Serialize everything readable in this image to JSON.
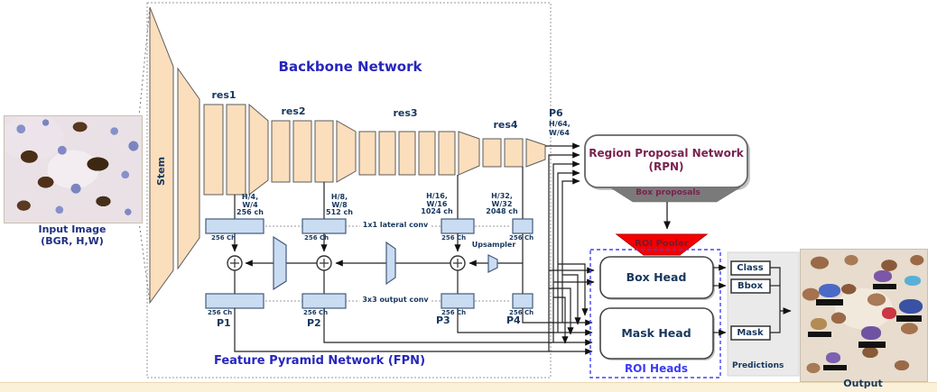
{
  "colors": {
    "backbone_fill": "#fbdebc",
    "fpn_box_fill": "#cadcf2",
    "title_blue": "#2626be",
    "navy_text": "#17375e",
    "maroon_text": "#7b2150",
    "pooler_red": "#f40000",
    "proposals_gray": "#7a7a7a",
    "roi_dash_blue": "#4343f2",
    "panel_gray": "#eaeaea",
    "footer_cream": "#fbf1d9"
  },
  "input_image": {
    "caption_line1": "Input Image",
    "caption_line2": "(BGR, H,W)"
  },
  "backbone": {
    "title": "Backbone Network",
    "stem_label": "Stem",
    "stages": [
      {
        "label": "res1"
      },
      {
        "label": "res2"
      },
      {
        "label": "res3"
      },
      {
        "label": "res4"
      }
    ]
  },
  "fpn": {
    "title": "Feature Pyramid Network (FPN)",
    "lateral_conv_label": "1x1 lateral conv",
    "output_conv_label": "3x3 output conv",
    "upsampler_label": "Upsampler",
    "columns": [
      {
        "dim1": "H/4,",
        "dim2": "W/4",
        "dim3": "256 ch",
        "lateral_ch": "256 Ch",
        "output_ch": "256 Ch",
        "p_label": "P1"
      },
      {
        "dim1": "H/8,",
        "dim2": "W/8",
        "dim3": "512 ch",
        "lateral_ch": "256 Ch",
        "output_ch": "256 Ch",
        "p_label": "P2"
      },
      {
        "dim1": "H/16,",
        "dim2": "W/16",
        "dim3": "1024 ch",
        "lateral_ch": "256 Ch",
        "output_ch": "256 Ch",
        "p_label": "P3"
      },
      {
        "dim1": "H/32,",
        "dim2": "W/32",
        "dim3": "2048 ch",
        "lateral_ch": "256 Ch",
        "output_ch": "256 Ch",
        "p_label": "P4"
      }
    ],
    "p6": {
      "label": "P6",
      "dim1": "H/64,",
      "dim2": "W/64"
    }
  },
  "rpn": {
    "title_line1": "Region Proposal Network",
    "title_line2": "(RPN)",
    "output_label": "Box proposals"
  },
  "roi_pooler": {
    "label": "ROI Pooler"
  },
  "roi_heads": {
    "title": "ROI Heads",
    "box_head_label": "Box Head",
    "mask_head_label": "Mask Head"
  },
  "predictions": {
    "title": "Predictions",
    "outputs": [
      {
        "label": "Class"
      },
      {
        "label": "Bbox"
      },
      {
        "label": "Mask"
      }
    ]
  },
  "output_image": {
    "caption": "Output"
  }
}
